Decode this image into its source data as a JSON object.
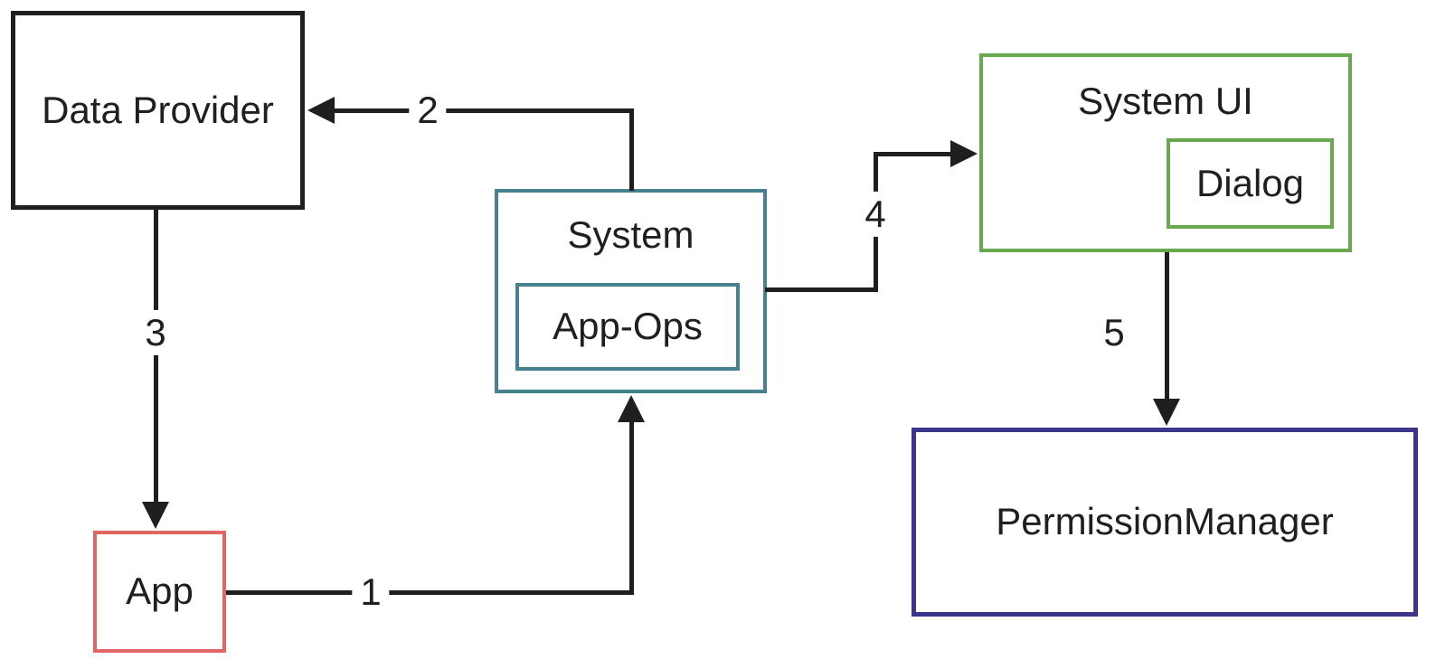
{
  "diagram": {
    "background_color": "#ffffff",
    "line_color": "#1f1f1f",
    "text_color": "#1f1f1f",
    "nodes": {
      "data_provider": {
        "label": "Data Provider",
        "border_color": "#1f1f1f"
      },
      "app": {
        "label": "App",
        "border_color": "#e06666"
      },
      "system": {
        "label": "System",
        "border_color": "#45818e"
      },
      "app_ops": {
        "label": "App-Ops",
        "border_color": "#45818e"
      },
      "system_ui": {
        "label": "System UI",
        "border_color": "#6aa84f"
      },
      "dialog": {
        "label": "Dialog",
        "border_color": "#6aa84f"
      },
      "permission_manager": {
        "label": "PermissionManager",
        "border_color": "#3d358b"
      }
    },
    "edges": [
      {
        "label": "1",
        "from": "App",
        "to": "System"
      },
      {
        "label": "2",
        "from": "System",
        "to": "Data Provider"
      },
      {
        "label": "3",
        "from": "Data Provider",
        "to": "App"
      },
      {
        "label": "4",
        "from": "System",
        "to": "System UI"
      },
      {
        "label": "5",
        "from": "System UI",
        "to": "PermissionManager"
      }
    ]
  }
}
